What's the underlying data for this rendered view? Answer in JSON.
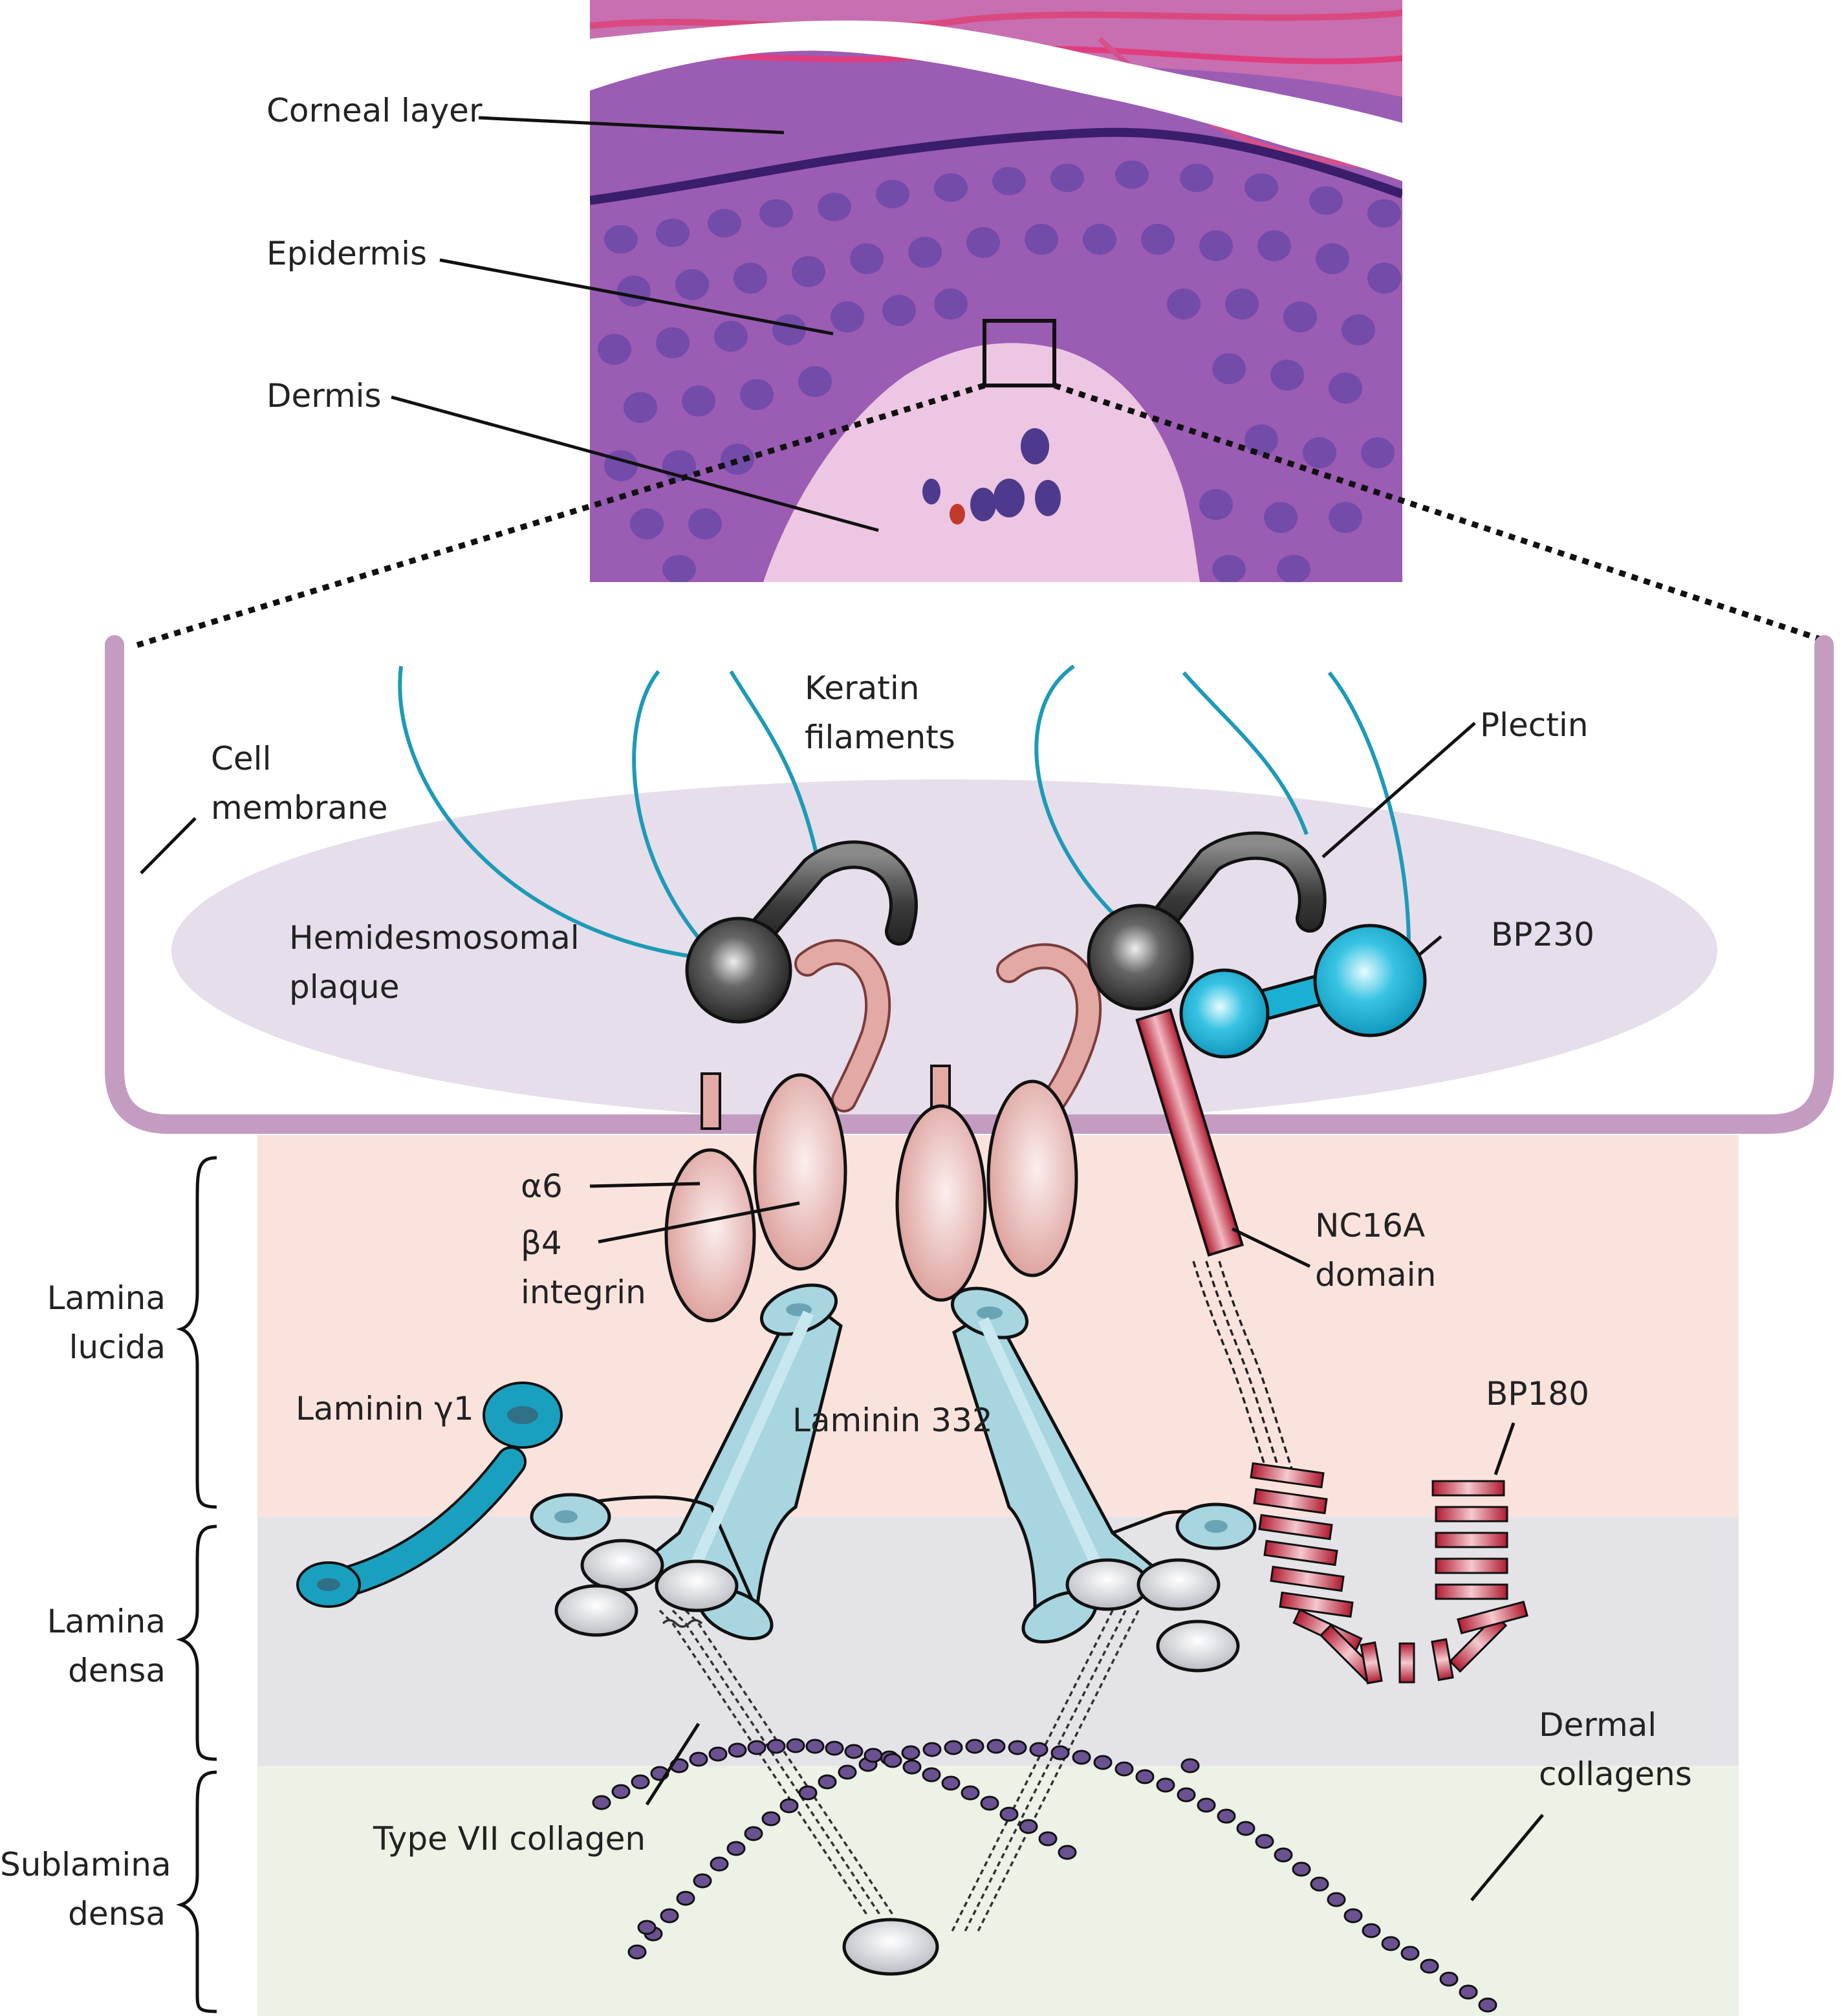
{
  "labels": {
    "corneal_layer": "Corneal layer",
    "epidermis": "Epidermis",
    "dermis": "Dermis",
    "keratin_filaments": [
      "Keratin",
      "filaments"
    ],
    "plectin": "Plectin",
    "cell_membrane": [
      "Cell",
      "membrane"
    ],
    "hemidesmosomal_plaque": [
      "Hemidesmosomal",
      "plaque"
    ],
    "bp230": "BP230",
    "alpha6": "α6",
    "beta4_integrin": [
      "β4",
      "integrin"
    ],
    "nc16a_domain": [
      "NC16A",
      "domain"
    ],
    "lamina_lucida": [
      "Lamina",
      "lucida"
    ],
    "laminin_gamma1": "Laminin γ1",
    "laminin_332": "Laminin 332",
    "bp180": "BP180",
    "lamina_densa": [
      "Lamina",
      "densa"
    ],
    "dermal_collagens": [
      "Dermal",
      "collagens"
    ],
    "type_vii_collagen": "Type VII collagen",
    "sublamina_densa": [
      "Sublamina",
      "densa"
    ]
  },
  "colors": {
    "membrane": "#c49cc2",
    "plaque": "#e6deea",
    "lamina_lucida": "#fbe3dd",
    "lamina_densa": "#e4e4e8",
    "sublamina_densa": "#ecf2e6",
    "keratin": "#1c9ab8",
    "integrin": "#e2a9a5",
    "laminin": "#a7d6e0",
    "laminin_gamma": "#1aa0bf",
    "bp180": "#b42034",
    "bp230": "#1bb0d2",
    "plectin_ball": "#333333",
    "collagen_beads": "#6a5192"
  }
}
